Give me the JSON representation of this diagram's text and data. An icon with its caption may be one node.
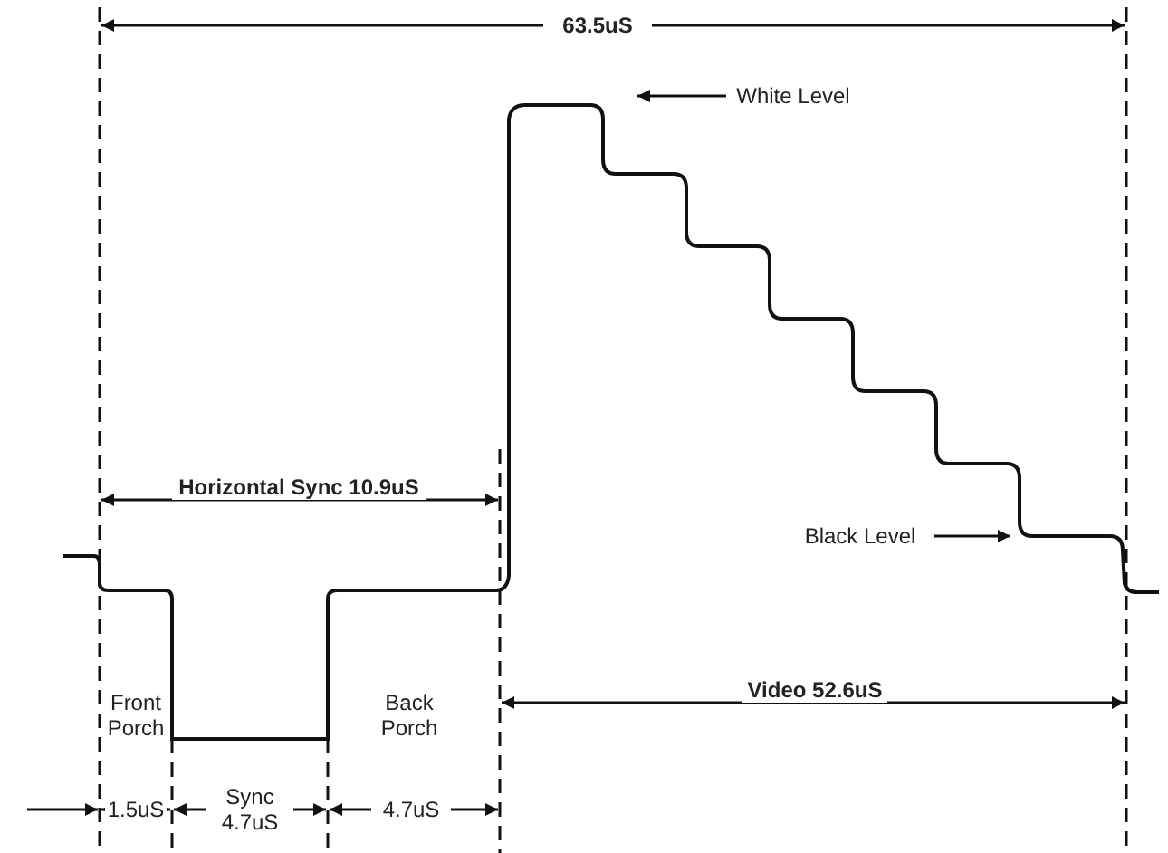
{
  "diagram": {
    "nodes": [
      {
        "text": [
          "White Level"
        ]
      },
      {
        "text": [
          "Black Level"
        ]
      }
    ],
    "edges": [
      {
        "from": 0,
        "to": null,
        "arrow": "to"
      },
      {
        "from": 1,
        "to": null,
        "arrow": "to"
      }
    ],
    "labels": [
      "63.5uS",
      "Horizontal Sync 10.9uS",
      "Front Porch",
      "Back Porch",
      "Video 52.6uS",
      "1.5uS",
      "Sync 4.7uS",
      "4.7uS"
    ]
  }
}
